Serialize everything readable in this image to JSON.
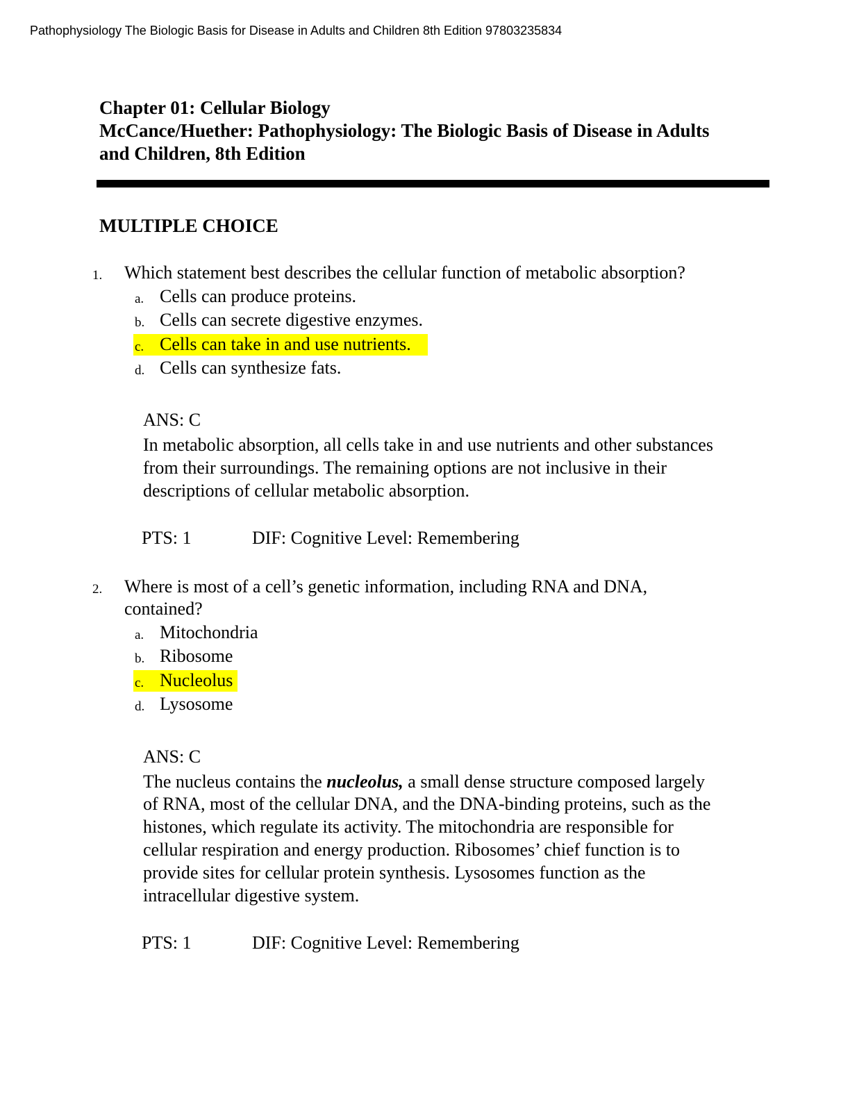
{
  "running_header": "Pathophysiology The Biologic Basis for Disease in Adults and Children 8th Edition 97803235834",
  "title": {
    "chapter": "Chapter 01: Cellular Biology",
    "book_line1": "McCance/Huether: Pathophysiology: The Biologic Basis of Disease in Adults",
    "book_line2": "and Children, 8th Edition"
  },
  "section": "MULTIPLE CHOICE",
  "questions": [
    {
      "number": "1.",
      "text_lines": [
        "Which statement best describes the cellular function of metabolic absorption?"
      ],
      "options": [
        {
          "letter": "a.",
          "text": "Cells can produce proteins."
        },
        {
          "letter": "b.",
          "text": "Cells can secrete digestive enzymes."
        },
        {
          "letter": "c.",
          "text": "Cells can take in and use nutrients."
        },
        {
          "letter": "d.",
          "text": "Cells can synthesize fats."
        }
      ],
      "highlight_color": "#ffff00",
      "answer": "ANS: C",
      "explanation_lines": [
        "In metabolic absorption, all cells take in and use nutrients and other substances",
        "from their surroundings. The remaining options are not inclusive in their",
        "descriptions of cellular metabolic absorption."
      ],
      "pts": "PTS: 1",
      "dif": "DIF: Cognitive Level: Remembering"
    },
    {
      "number": "2.",
      "text_lines": [
        "Where is most of a cell’s genetic information, including RNA and DNA,",
        "contained?"
      ],
      "options": [
        {
          "letter": "a.",
          "text": "Mitochondria"
        },
        {
          "letter": "b.",
          "text": "Ribosome"
        },
        {
          "letter": "c.",
          "text": "Nucleolus"
        },
        {
          "letter": "d.",
          "text": "Lysosome"
        }
      ],
      "answer": "ANS: C",
      "explanation_first": {
        "before": "The nucleus contains the ",
        "emphasis": "nucleolus,",
        "after": " a small dense structure composed largely"
      },
      "explanation_lines": [
        "of RNA, most of the cellular DNA, and the DNA-binding proteins, such as the",
        "histones, which regulate its activity. The mitochondria are responsible for",
        "cellular respiration and energy production. Ribosomes’ chief function is to",
        "provide sites for cellular protein synthesis. Lysosomes function as the",
        "intracellular digestive system."
      ],
      "pts": "PTS: 1",
      "dif": "DIF: Cognitive Level: Remembering"
    }
  ]
}
